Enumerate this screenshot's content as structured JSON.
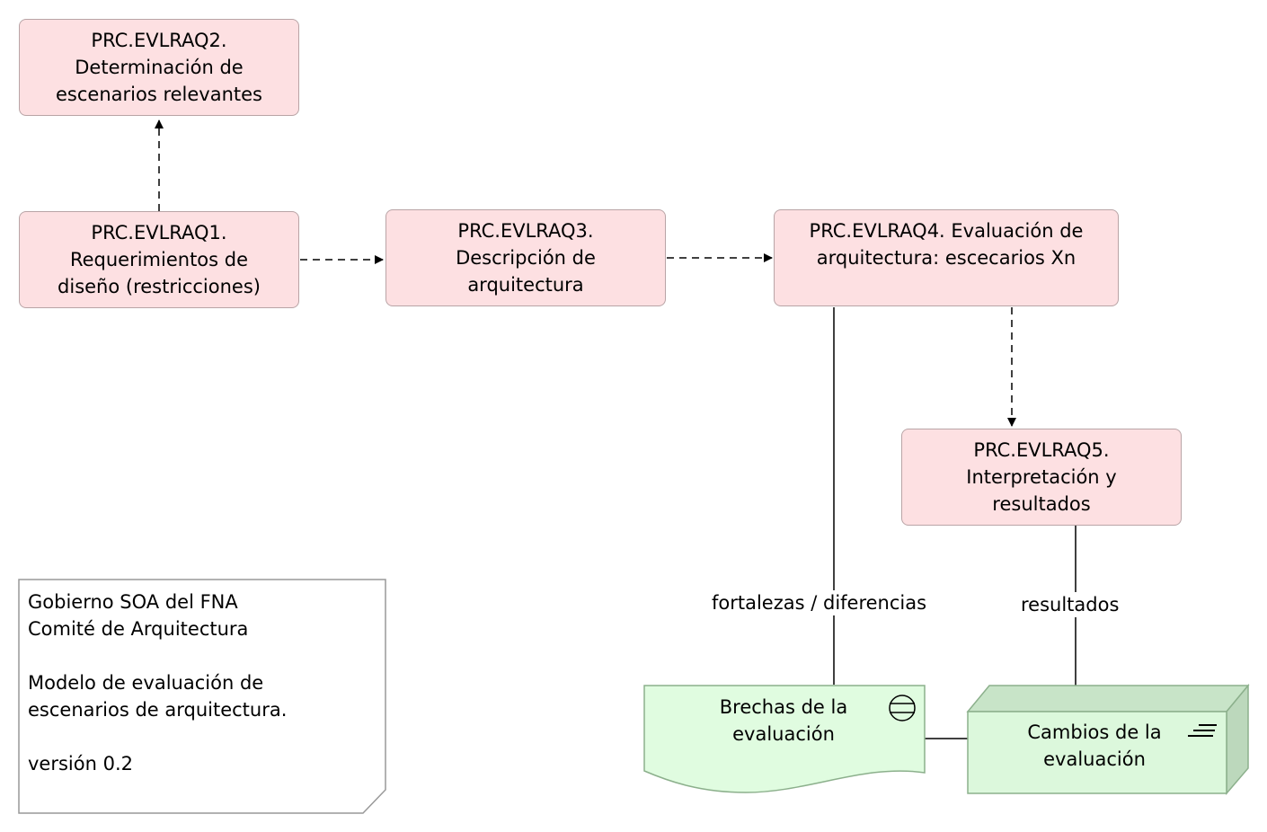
{
  "process_steps": [
    {
      "id": "evlraq2",
      "label": "PRC.EVLRAQ2.\nDeterminación de\nescenarios relevantes"
    },
    {
      "id": "evlraq1",
      "label": "PRC.EVLRAQ1.\nRequerimientos de\ndiseño (restricciones)"
    },
    {
      "id": "evlraq3",
      "label": "PRC.EVLRAQ3.\nDescripción de\narquitectura"
    },
    {
      "id": "evlraq4",
      "label": "PRC.EVLRAQ4. Evaluación de\narquitectura: escecarios Xn"
    },
    {
      "id": "evlraq5",
      "label": "PRC.EVLRAQ5.\nInterpretación y\nresultados"
    }
  ],
  "artifacts": {
    "brechas": "Brechas de la\nevaluación",
    "cambios": "Cambios de la\nevaluación"
  },
  "edge_labels": {
    "fortalezas": "fortalezas / diferencias",
    "resultados": "resultados"
  },
  "note": {
    "line1": "Gobierno SOA del FNA",
    "line2": "Comité de Arquitectura",
    "line3": "Modelo de evaluación de",
    "line4": "escenarios de arquitectura.",
    "line5": "versión 0.2"
  },
  "colors": {
    "process_fill": "#fde0e2",
    "process_border": "#b9a4a6",
    "artifact_fill": "#e0fce0",
    "node_fill": "#d0ecd0",
    "node_side": "#c0dcc0",
    "line": "#000000"
  },
  "icons": {
    "brechas": "representation-icon",
    "cambios": "deliverable-icon"
  }
}
